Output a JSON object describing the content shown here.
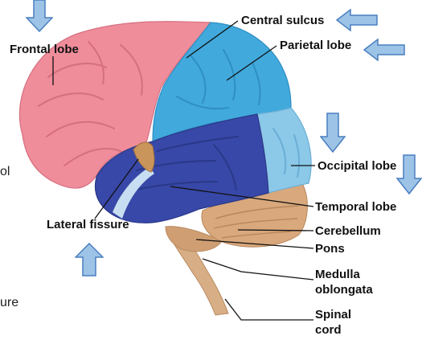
{
  "labels": {
    "frontal_lobe": "Frontal lobe",
    "central_sulcus": "Central sulcus",
    "parietal_lobe": "Parietal lobe",
    "occipital_lobe": "Occipital lobe",
    "temporal_lobe": "Temporal lobe",
    "lateral_fissure": "Lateral fissure",
    "cerebellum": "Cerebellum",
    "pons": "Pons",
    "medulla_line1": "Medulla",
    "medulla_line2": "oblongata",
    "spinal_line1": "Spinal",
    "spinal_line2": "cord"
  },
  "edge_text": {
    "left_fragment_1": "ol",
    "left_fragment_2": "ure"
  },
  "colors": {
    "frontal": "#ef8d9a",
    "parietal": "#41a9dc",
    "occipital": "#8cc8e8",
    "temporal": "#3848a8",
    "cerebellum": "#d9a87c",
    "brainstem": "#d7ae85",
    "insula": "#c9955a",
    "arrow_fill": "#9dc3e6",
    "arrow_stroke": "#4a7fc0"
  },
  "icons": {
    "arrow_down": "arrow-down-icon",
    "arrow_up": "arrow-up-icon",
    "arrow_left": "arrow-left-icon"
  }
}
